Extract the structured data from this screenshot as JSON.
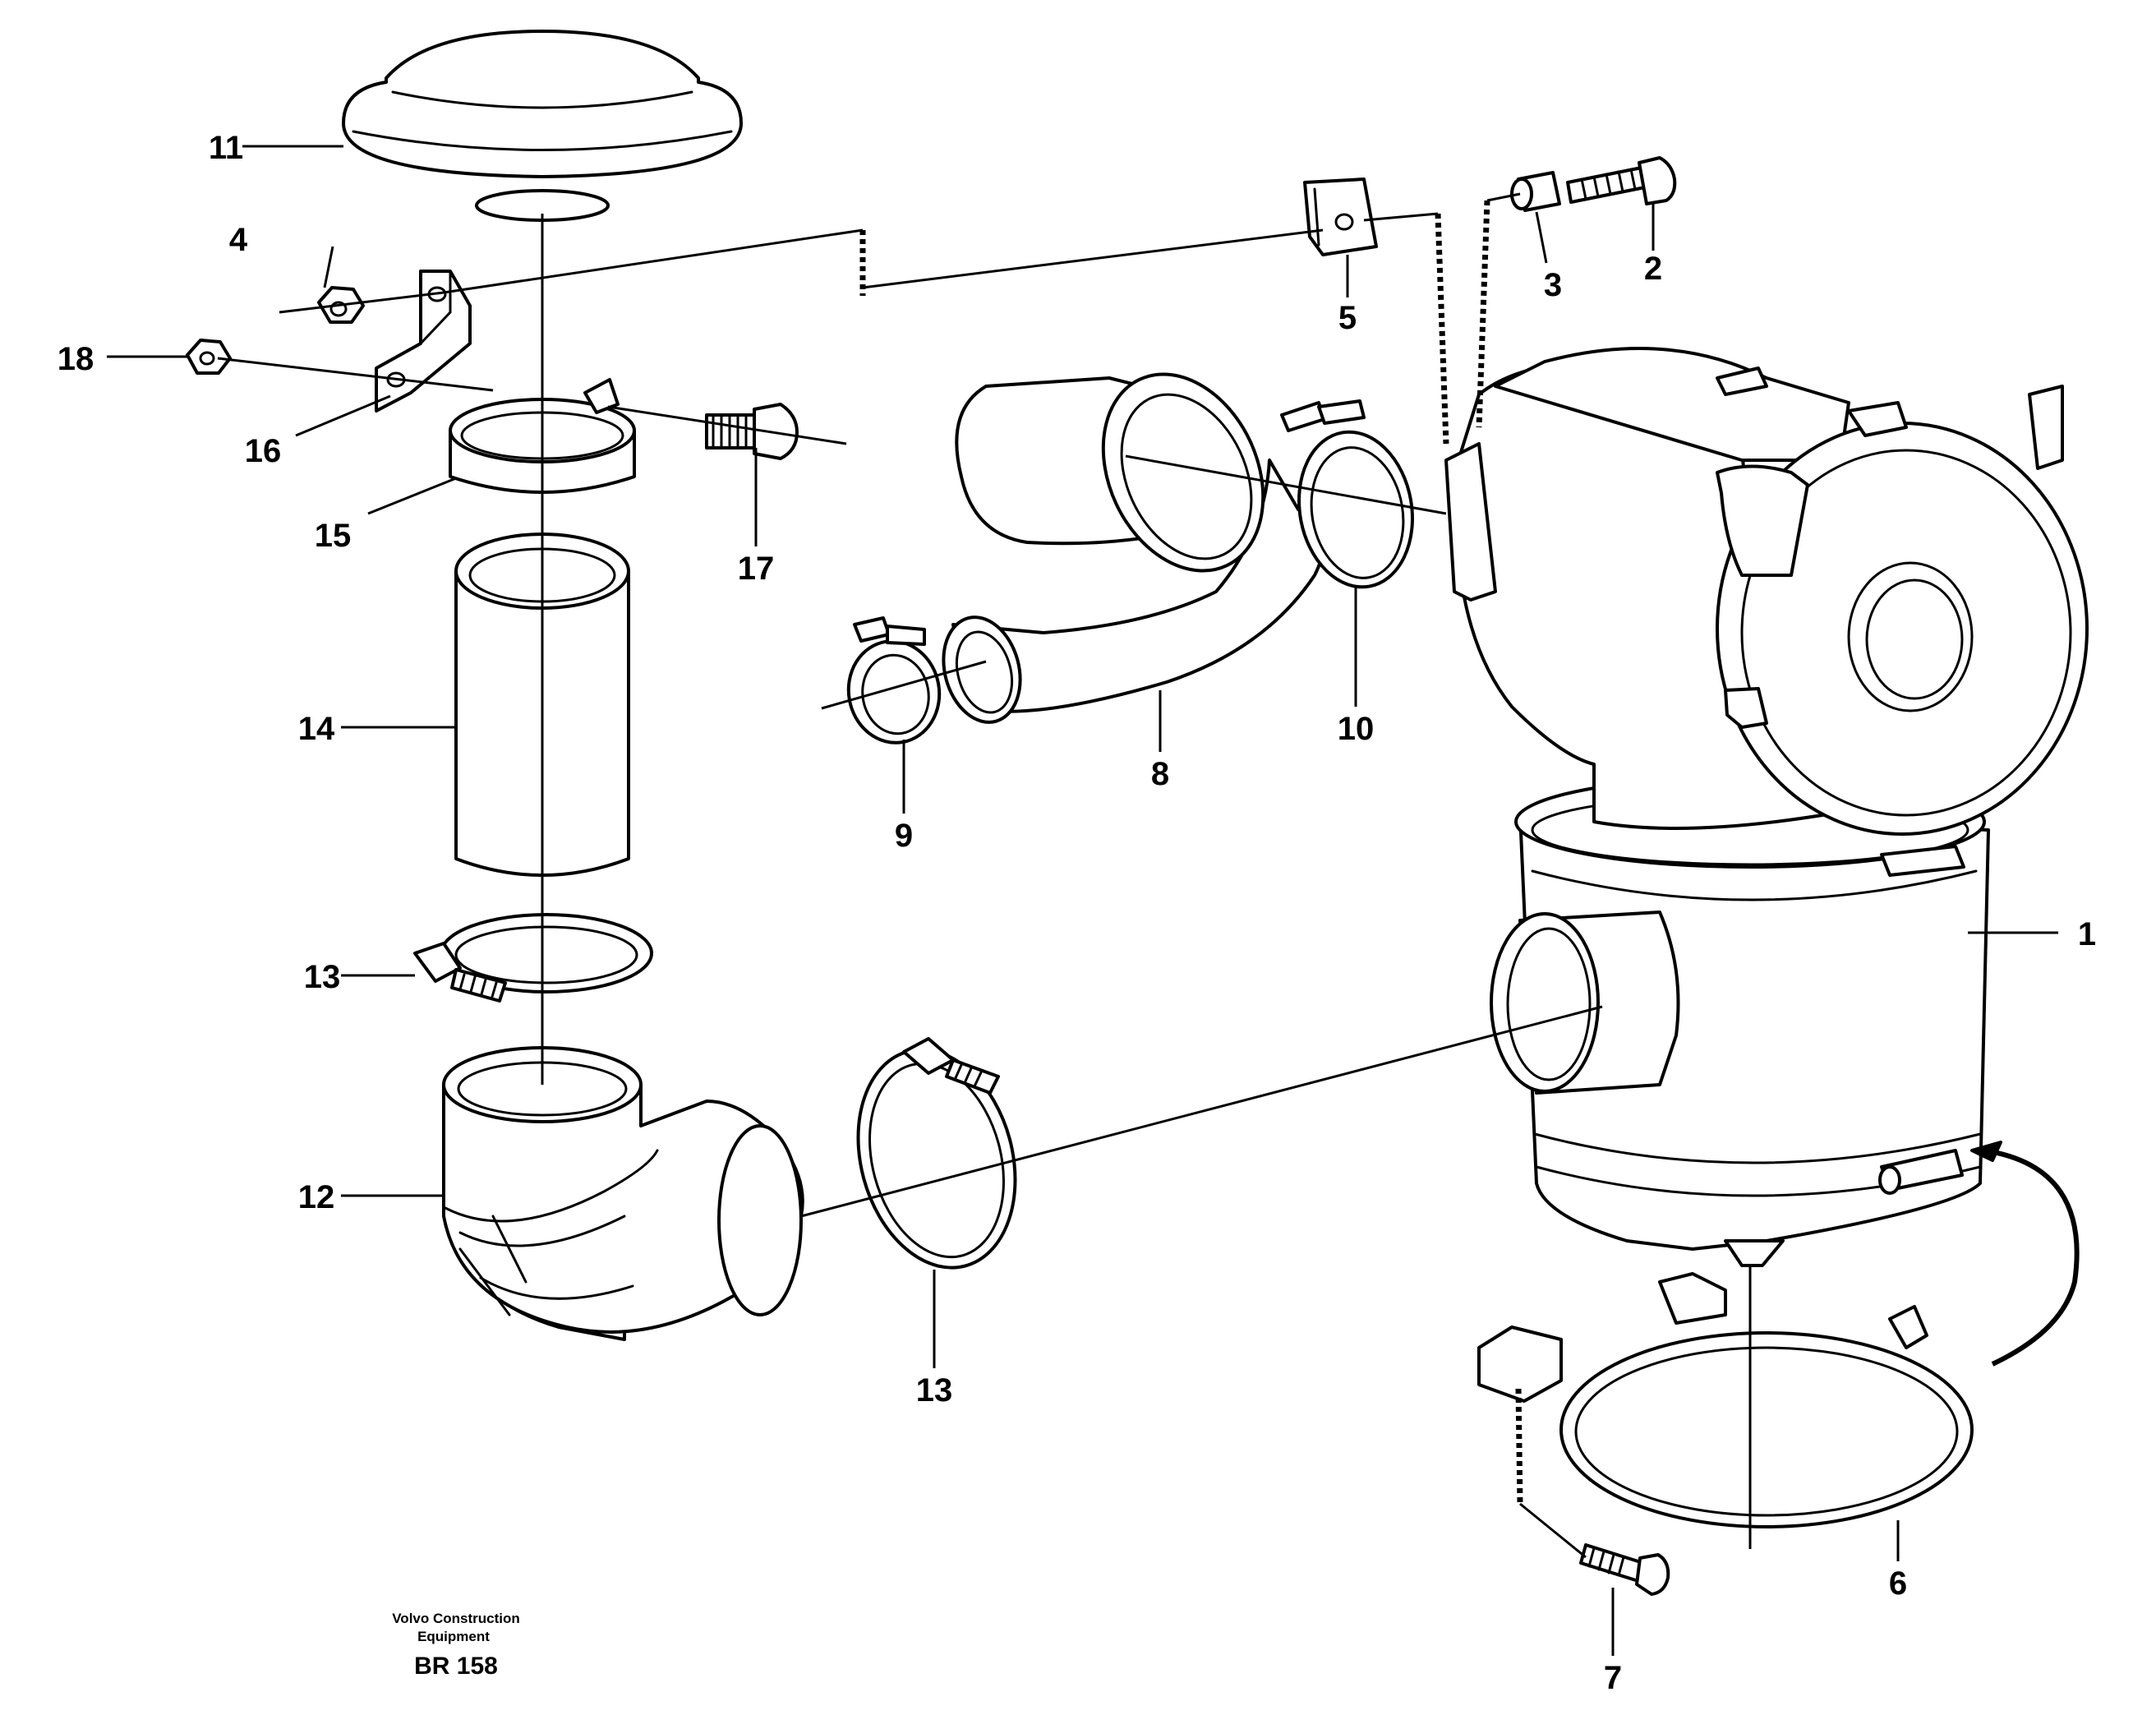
{
  "diagram": {
    "callouts": [
      "1",
      "2",
      "3",
      "4",
      "5",
      "6",
      "7",
      "8",
      "9",
      "10",
      "11",
      "12",
      "13",
      "13",
      "14",
      "15",
      "16",
      "17",
      "18"
    ],
    "caption": {
      "company_line1": "Volvo Construction",
      "company_line2": "Equipment",
      "code": "BR 158"
    }
  }
}
